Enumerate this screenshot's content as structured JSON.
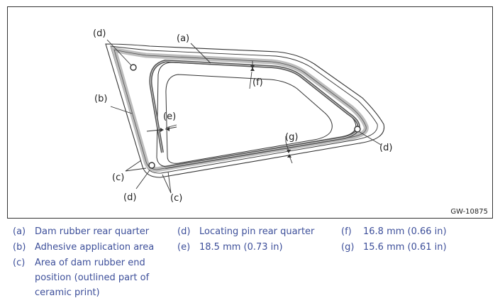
{
  "diagram": {
    "figure_id": "GW-10875",
    "callouts": {
      "a": "(a)",
      "b": "(b)",
      "c1": "(c)",
      "c2": "(c)",
      "d1": "(d)",
      "d2": "(d)",
      "d3": "(d)",
      "e": "(e)",
      "f": "(f)",
      "g": "(g)"
    }
  },
  "legend": {
    "a": {
      "key": "(a)",
      "text": "Dam rubber rear quarter"
    },
    "b": {
      "key": "(b)",
      "text": "Adhesive application area"
    },
    "c": {
      "key": "(c)",
      "lines": [
        "Area of dam rubber end",
        "position (outlined part of",
        "ceramic print)"
      ]
    },
    "d": {
      "key": "(d)",
      "text": "Locating pin rear quarter"
    },
    "e": {
      "key": "(e)",
      "text": "18.5 mm (0.73 in)"
    },
    "f": {
      "key": "(f)",
      "text": "16.8 mm (0.66 in)"
    },
    "g": {
      "key": "(g)",
      "text": "15.6 mm (0.61 in)"
    }
  },
  "colors": {
    "legend_text": "#3d4f9a",
    "outline": "#333333",
    "adhesive_band": "#bdbdbd",
    "dam_rubber": "#555555"
  }
}
